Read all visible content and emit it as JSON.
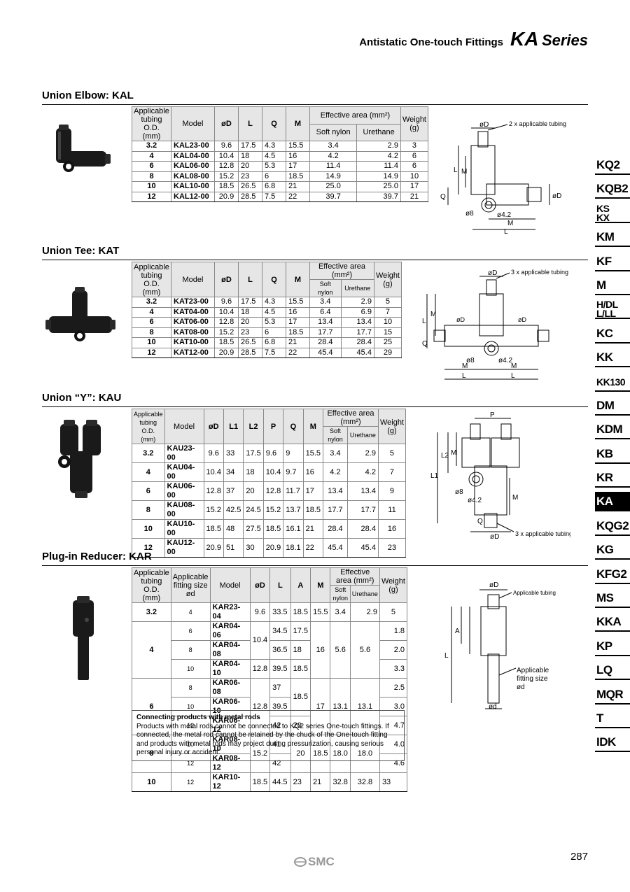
{
  "header": {
    "small": "Antistatic One-touch Fittings",
    "big": "KA",
    "series": "Series"
  },
  "kal": {
    "title": "Union Elbow: KAL",
    "headers": {
      "tubing": "Applicable tubing O.D. (mm)",
      "model": "Model",
      "d": "øD",
      "l": "L",
      "q": "Q",
      "m": "M",
      "eff": "Effective area (mm²)",
      "soft": "Soft nylon",
      "ureth": "Urethane",
      "weight": "Weight (g)"
    },
    "rows": [
      {
        "t": "3.2",
        "model": "KAL23-00",
        "d": "9.6",
        "l": "17.5",
        "q": "4.3",
        "m": "15.5",
        "soft": "3.4",
        "ur": "2.9",
        "w": "3"
      },
      {
        "t": "4",
        "model": "KAL04-00",
        "d": "10.4",
        "l": "18",
        "q": "4.5",
        "m": "16",
        "soft": "4.2",
        "ur": "4.2",
        "w": "6"
      },
      {
        "t": "6",
        "model": "KAL06-00",
        "d": "12.8",
        "l": "20",
        "q": "5.3",
        "m": "17",
        "soft": "11.4",
        "ur": "11.4",
        "w": "6"
      },
      {
        "t": "8",
        "model": "KAL08-00",
        "d": "15.2",
        "l": "23",
        "q": "6",
        "m": "18.5",
        "soft": "14.9",
        "ur": "14.9",
        "w": "10"
      },
      {
        "t": "10",
        "model": "KAL10-00",
        "d": "18.5",
        "l": "26.5",
        "q": "6.8",
        "m": "21",
        "soft": "25.0",
        "ur": "25.0",
        "w": "17"
      },
      {
        "t": "12",
        "model": "KAL12-00",
        "d": "20.9",
        "l": "28.5",
        "q": "7.5",
        "m": "22",
        "soft": "39.7",
        "ur": "39.7",
        "w": "21"
      }
    ],
    "drawing": {
      "d": "øD",
      "tubing": "2 x applicable tubing",
      "l": "L",
      "m": "M",
      "q": "Q",
      "d8": "ø8",
      "d42": "ø4.2"
    }
  },
  "kat": {
    "title": "Union Tee: KAT",
    "headers": {
      "tubing": "Applicable tubing O.D. (mm)",
      "model": "Model",
      "d": "øD",
      "l": "L",
      "q": "Q",
      "m": "M",
      "eff": "Effective area (mm²)",
      "soft": "Soft nylon",
      "ureth": "Urethane",
      "weight": "Weight (g)"
    },
    "rows": [
      {
        "t": "3.2",
        "model": "KAT23-00",
        "d": "9.6",
        "l": "17.5",
        "q": "4.3",
        "m": "15.5",
        "soft": "3.4",
        "ur": "2.9",
        "w": "5"
      },
      {
        "t": "4",
        "model": "KAT04-00",
        "d": "10.4",
        "l": "18",
        "q": "4.5",
        "m": "16",
        "soft": "6.4",
        "ur": "6.9",
        "w": "7"
      },
      {
        "t": "6",
        "model": "KAT06-00",
        "d": "12.8",
        "l": "20",
        "q": "5.3",
        "m": "17",
        "soft": "13.4",
        "ur": "13.4",
        "w": "10"
      },
      {
        "t": "8",
        "model": "KAT08-00",
        "d": "15.2",
        "l": "23",
        "q": "6",
        "m": "18.5",
        "soft": "17.7",
        "ur": "17.7",
        "w": "15"
      },
      {
        "t": "10",
        "model": "KAT10-00",
        "d": "18.5",
        "l": "26.5",
        "q": "6.8",
        "m": "21",
        "soft": "28.4",
        "ur": "28.4",
        "w": "25"
      },
      {
        "t": "12",
        "model": "KAT12-00",
        "d": "20.9",
        "l": "28.5",
        "q": "7.5",
        "m": "22",
        "soft": "45.4",
        "ur": "45.4",
        "w": "29"
      }
    ],
    "drawing": {
      "d": "øD",
      "tubing": "3 x applicable tubing",
      "l": "L",
      "m": "M",
      "q": "Q",
      "d8": "ø8",
      "d42": "ø4.2"
    }
  },
  "kau": {
    "title": "Union “Y”: KAU",
    "headers": {
      "tubing": "Applicable tubing O.D. (mm)",
      "model": "Model",
      "d": "øD",
      "l1": "L1",
      "l2": "L2",
      "p": "P",
      "q": "Q",
      "m": "M",
      "eff": "Effective area (mm²)",
      "soft": "Soft nylon",
      "ureth": "Urethane",
      "weight": "Weight (g)"
    },
    "rows": [
      {
        "t": "3.2",
        "model": "KAU23-00",
        "d": "9.6",
        "l1": "33",
        "l2": "17.5",
        "p": "9.6",
        "q": "9",
        "m": "15.5",
        "soft": "3.4",
        "ur": "2.9",
        "w": "5"
      },
      {
        "t": "4",
        "model": "KAU04-00",
        "d": "10.4",
        "l1": "34",
        "l2": "18",
        "p": "10.4",
        "q": "9.7",
        "m": "16",
        "soft": "4.2",
        "ur": "4.2",
        "w": "7"
      },
      {
        "t": "6",
        "model": "KAU06-00",
        "d": "12.8",
        "l1": "37",
        "l2": "20",
        "p": "12.8",
        "q": "11.7",
        "m": "17",
        "soft": "13.4",
        "ur": "13.4",
        "w": "9"
      },
      {
        "t": "8",
        "model": "KAU08-00",
        "d": "15.2",
        "l1": "42.5",
        "l2": "24.5",
        "p": "15.2",
        "q": "13.7",
        "m": "18.5",
        "soft": "17.7",
        "ur": "17.7",
        "w": "11"
      },
      {
        "t": "10",
        "model": "KAU10-00",
        "d": "18.5",
        "l1": "48",
        "l2": "27.5",
        "p": "18.5",
        "q": "16.1",
        "m": "21",
        "soft": "28.4",
        "ur": "28.4",
        "w": "16"
      },
      {
        "t": "12",
        "model": "KAU12-00",
        "d": "20.9",
        "l1": "51",
        "l2": "30",
        "p": "20.9",
        "q": "18.1",
        "m": "22",
        "soft": "45.4",
        "ur": "45.4",
        "w": "23"
      }
    ],
    "drawing": {
      "p": "P",
      "l1": "L1",
      "l2": "L2",
      "m": "M",
      "q": "Q",
      "d8": "ø8",
      "d42": "ø4.2",
      "d": "øD",
      "tubing": "3 x applicable tubing"
    }
  },
  "kar": {
    "title": "Plug-in Reducer: KAR",
    "headers": {
      "tubing": "Applicable tubing O.D. (mm)",
      "fit": "Applicable fitting size ød",
      "model": "Model",
      "d": "øD",
      "l": "L",
      "a": "A",
      "m": "M",
      "eff": "Effective area (mm²)",
      "soft": "Soft nylon",
      "ureth": "Urethane",
      "weight": "Weight (g)"
    },
    "groups": [
      {
        "t": "3.2",
        "rows": [
          {
            "fit": "4",
            "model": "KAR23-04",
            "d": "9.6",
            "l": "33.5",
            "a": "18.5",
            "m": "15.5",
            "soft": "3.4",
            "ur": "2.9",
            "w": "5"
          }
        ]
      },
      {
        "t": "4",
        "d": "10.4",
        "m": "16",
        "soft": "5.6",
        "ur": "5.6",
        "rows": [
          {
            "fit": "6",
            "model": "KAR04-06",
            "l": "34.5",
            "a": "17.5",
            "w": "1.8"
          },
          {
            "fit": "8",
            "model": "KAR04-08",
            "l": "36.5",
            "a": "18",
            "w": "2.0"
          },
          {
            "fit": "10",
            "model": "KAR04-10",
            "d": "12.8",
            "l": "39.5",
            "a": "18.5",
            "w": "3.3"
          }
        ]
      },
      {
        "t": "6",
        "d": "12.8",
        "m": "17",
        "soft": "13.1",
        "ur": "13.1",
        "rows": [
          {
            "fit": "8",
            "model": "KAR06-08",
            "l": "37",
            "w": "2.5"
          },
          {
            "fit": "10",
            "model": "KAR06-10",
            "l": "39.5",
            "w": "3.0"
          },
          {
            "fit": "12",
            "model": "KAR06-12",
            "l": "42",
            "a": "20",
            "w": "4.7"
          }
        ],
        "a_merge": "18.5"
      },
      {
        "t": "8",
        "d": "15.2",
        "a": "20",
        "m": "18.5",
        "soft": "18.0",
        "ur": "18.0",
        "rows": [
          {
            "fit": "10",
            "model": "KAR08-10",
            "l": "41",
            "w": "4.0"
          },
          {
            "fit": "12",
            "model": "KAR08-12",
            "l": "42",
            "w": "4.6"
          }
        ]
      },
      {
        "t": "10",
        "rows": [
          {
            "fit": "12",
            "model": "KAR10-12",
            "d": "18.5",
            "l": "44.5",
            "a": "23",
            "m": "21",
            "soft": "32.8",
            "ur": "32.8",
            "w": "33"
          }
        ]
      }
    ],
    "drawing": {
      "d": "øD",
      "tubing": "Applicable tubing",
      "a": "A",
      "l": "L",
      "fit1": "Applicable",
      "fit2": "fitting size",
      "fit3": "ød",
      "d_small": "ød"
    }
  },
  "note": {
    "title": "Connecting products with metal rods",
    "body": "Products with metal rods cannot be connected to KQ2 series One-touch fittings. If connected, the metal rod cannot be retained by the chuck of the One-touch fitting and products with metal rods may project during pressurization, causing serious personal injury or accident."
  },
  "tabs": [
    "KQ2",
    "KQB2",
    "KS KX",
    "KM",
    "KF",
    "M",
    "H/DL L/LL",
    "KC",
    "KK",
    "KK130",
    "DM",
    "KDM",
    "KB",
    "KR",
    "KA",
    "KQG2",
    "KG",
    "KFG2",
    "MS",
    "KKA",
    "KP",
    "LQ",
    "MQR",
    "T",
    "IDK"
  ],
  "active_tab": "KA",
  "footer": {
    "logo": "SMC",
    "page": "287"
  }
}
